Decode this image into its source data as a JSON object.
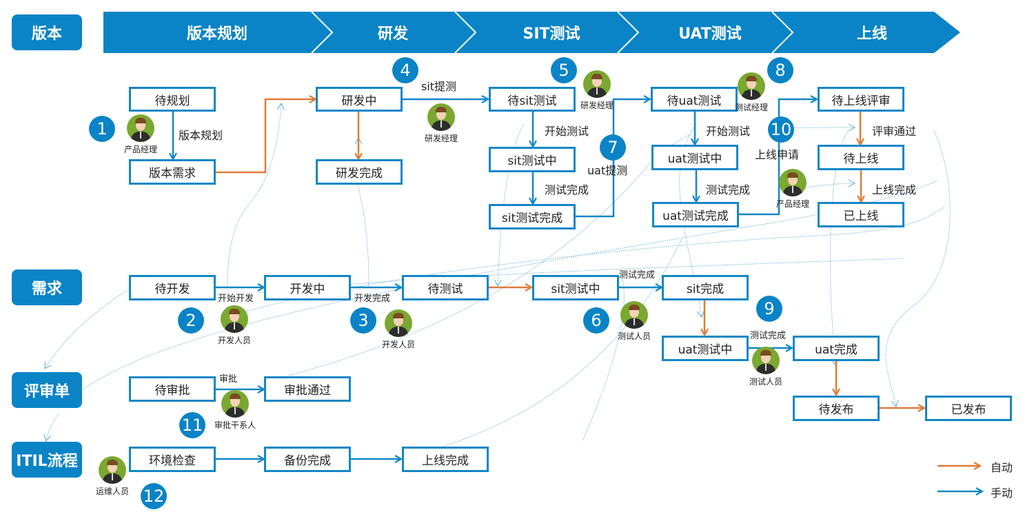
{
  "colors": {
    "brand": "#0a84c6",
    "manual": "#1287c7",
    "auto": "#e07b39",
    "avatar_bg": "#7aa830"
  },
  "lanes": [
    "版本",
    "需求",
    "评审单",
    "ITIL流程"
  ],
  "phases": [
    "版本规划",
    "研发",
    "SIT测试",
    "UAT测试",
    "上线"
  ],
  "nodes": {
    "v_wait_plan": "待规划",
    "v_req": "版本需求",
    "v_dev": "研发中",
    "v_dev_done": "研发完成",
    "v_wait_sit": "待sit测试",
    "v_sit_ing": "sit测试中",
    "v_sit_done": "sit测试完成",
    "v_wait_uat": "待uat测试",
    "v_uat_ing": "uat测试中",
    "v_uat_done": "uat测试完成",
    "v_wait_review": "待上线评审",
    "v_wait_online": "待上线",
    "v_online": "已上线",
    "r_wait_dev": "待开发",
    "r_dev": "开发中",
    "r_wait_test": "待测试",
    "r_sit_ing": "sit测试中",
    "r_sit_done": "sit完成",
    "r_uat_ing": "uat测试中",
    "r_uat_done": "uat完成",
    "r_wait_pub": "待发布",
    "r_pub": "已发布",
    "a_wait": "待审批",
    "a_pass": "审批通过",
    "i_env": "环境检查",
    "i_backup": "备份完成",
    "i_online": "上线完成"
  },
  "edge_labels": {
    "plan": "版本规划",
    "sit_submit": "sit提测",
    "start_test_sit": "开始测试",
    "test_done_sit": "测试完成",
    "uat_submit": "uat提测",
    "start_test_uat": "开始测试",
    "test_done_uat": "测试完成",
    "online_apply": "上线申请",
    "review_pass": "评审通过",
    "online_done": "上线完成",
    "start_dev": "开始开发",
    "dev_done": "开发完成",
    "req_test_done_sit": "测试完成",
    "req_test_done_uat": "测试完成",
    "approve": "审批"
  },
  "badges": [
    "1",
    "2",
    "3",
    "4",
    "5",
    "6",
    "7",
    "8",
    "9",
    "10",
    "11",
    "12"
  ],
  "roles": {
    "product_manager": "产品经理",
    "developer": "开发人员",
    "dev_manager": "研发经理",
    "test_manager": "测试经理",
    "tester": "测试人员",
    "approver": "审批干系人",
    "ops": "运维人员"
  },
  "legend": {
    "auto": "自动",
    "manual": "手动"
  }
}
